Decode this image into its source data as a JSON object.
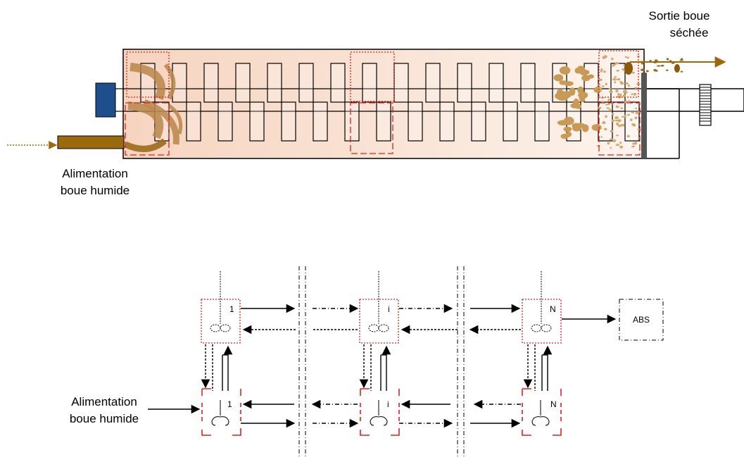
{
  "top": {
    "outlet_label_line1": "Sortie boue",
    "outlet_label_line2": "séchée",
    "inlet_label_line1": "Alimentation",
    "inlet_label_line2": "boue humide"
  },
  "bottom": {
    "inlet_label_line1": "Alimentation",
    "inlet_label_line2": "boue humide",
    "stage_labels": [
      "1",
      "i",
      "N"
    ],
    "abs_label": "ABS"
  },
  "colors": {
    "dryer_fill": "#f7dccb",
    "sludge": "#b8864a",
    "dark_sludge": "#9c6a1c",
    "motor": "#1f4e8c",
    "feed_pipe": "#9b6a0c",
    "red_dashed": "#e02020",
    "arrow_gold": "#a0660a"
  }
}
